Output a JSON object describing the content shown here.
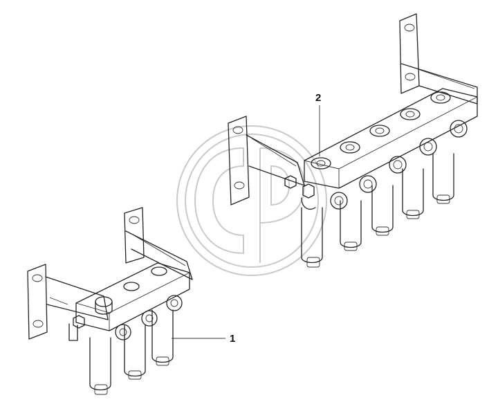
{
  "diagram": {
    "callouts": [
      {
        "id": "1",
        "label": "1"
      },
      {
        "id": "2",
        "label": "2"
      }
    ],
    "colors": {
      "line": "#222222",
      "watermark": "#c9c9c9",
      "background": "#ffffff"
    }
  }
}
